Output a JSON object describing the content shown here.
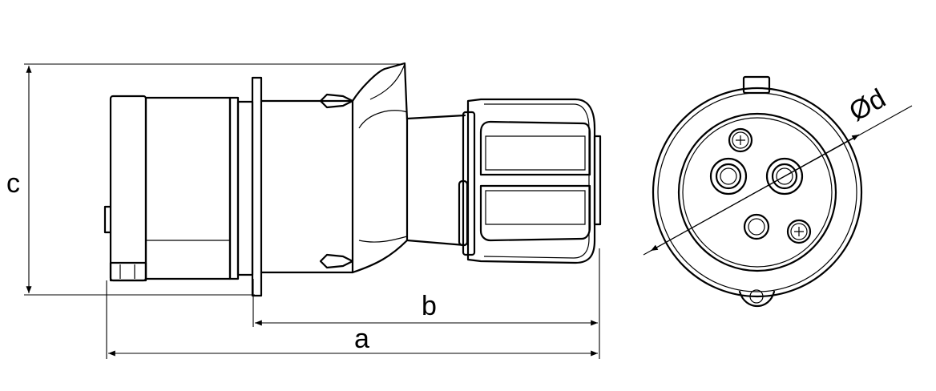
{
  "dimensions": {
    "a": "a",
    "b": "b",
    "c": "c",
    "d": "Ød"
  },
  "colors": {
    "line": "#000000",
    "background": "#ffffff"
  }
}
